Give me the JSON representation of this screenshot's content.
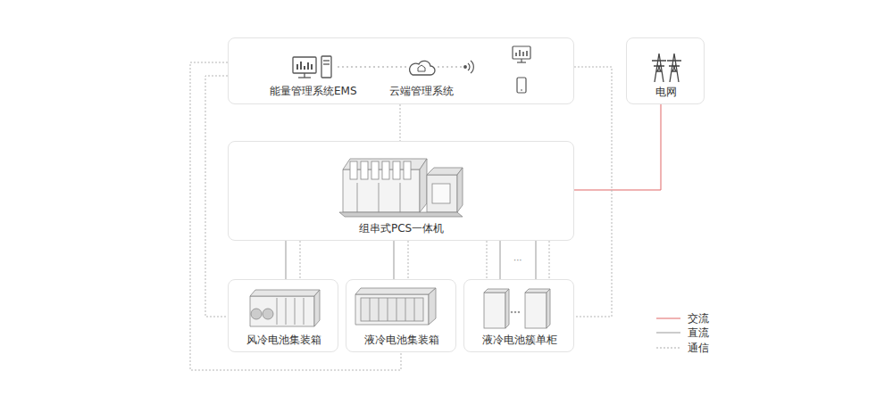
{
  "diagram": {
    "nodes": [
      {
        "text": [
          "能量管理系统EMS",
          "云端管理系统"
        ]
      },
      {
        "text": [
          "电网"
        ]
      },
      {
        "text": [
          "组串式PCS一体机"
        ]
      },
      {
        "text": [
          "风冷电池集装箱"
        ]
      },
      {
        "text": [
          "液冷电池集装箱"
        ]
      },
      {
        "text": [
          "液冷电池簇单柜"
        ]
      }
    ],
    "edges": [
      {
        "from": 2,
        "to": 1,
        "arrow": "none"
      },
      {
        "from": 2,
        "to": 3,
        "arrow": "none"
      },
      {
        "from": 2,
        "to": 3,
        "arrow": "none"
      },
      {
        "from": 2,
        "to": 4,
        "arrow": "none"
      },
      {
        "from": 2,
        "to": 4,
        "arrow": "none"
      },
      {
        "from": 2,
        "to": 5,
        "arrow": "none"
      },
      {
        "from": 2,
        "to": 5,
        "arrow": "none"
      },
      {
        "from": 2,
        "to": 5,
        "arrow": "none"
      },
      {
        "from": 2,
        "to": 5,
        "arrow": "none"
      },
      {
        "from": 0,
        "to": 2,
        "arrow": "none"
      },
      {
        "from": 0,
        "to": 3,
        "arrow": "none"
      },
      {
        "from": 0,
        "to": 4,
        "arrow": "none"
      },
      {
        "from": 0,
        "to": 5,
        "arrow": "none"
      }
    ],
    "labels": [
      "···"
    ],
    "legend": [
      {
        "text": "交流"
      },
      {
        "text": "直流"
      },
      {
        "text": "通信"
      }
    ]
  }
}
